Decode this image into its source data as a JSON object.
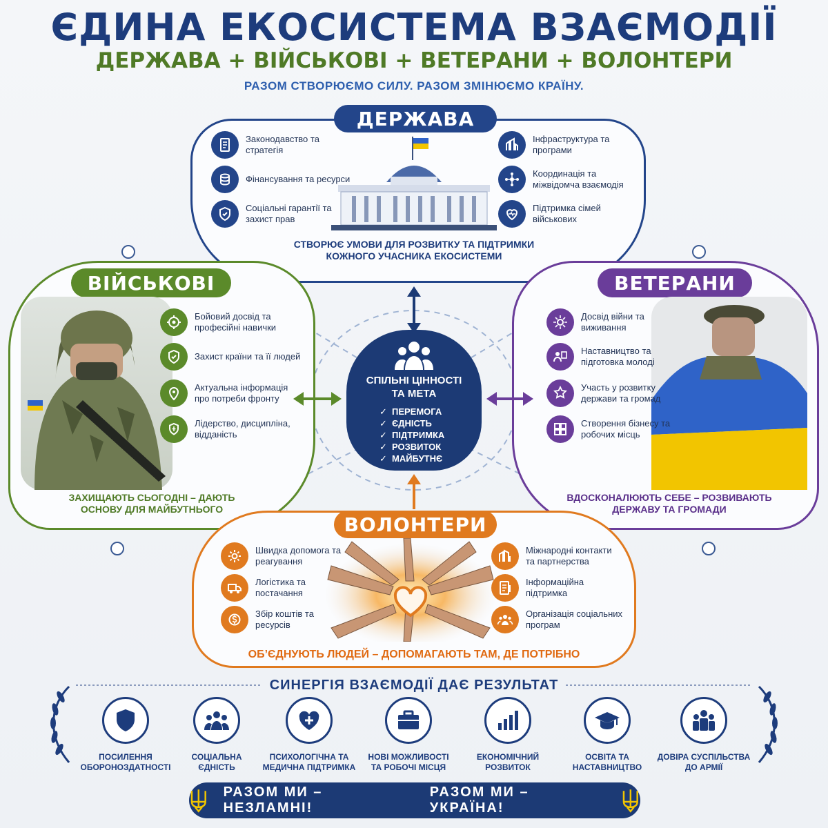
{
  "header": {
    "title": "ЄДИНА ЕКОСИСТЕМА ВЗАЄМОДІЇ",
    "subtitle": "ДЕРЖАВА + ВІЙСЬКОВІ + ВЕТЕРАНИ + ВОЛОНТЕРИ",
    "tagline": "РАЗОМ СТВОРЮЄМО СИЛУ. РАЗОМ ЗМІНЮЄМО КРАЇНУ."
  },
  "colors": {
    "state": "#23458a",
    "military": "#5b8a2a",
    "veterans": "#6a3d9a",
    "volunteers": "#e07a1f"
  },
  "state": {
    "label": "ДЕРЖАВА",
    "items_left": [
      {
        "text": "Законодавство та стратегія",
        "icon": "document-icon"
      },
      {
        "text": "Фінансування та ресурси",
        "icon": "coins-icon"
      },
      {
        "text": "Соціальні гарантії та захист прав",
        "icon": "shield-icon"
      }
    ],
    "items_right": [
      {
        "text": "Інфраструктура та програми",
        "icon": "infrastructure-icon"
      },
      {
        "text": "Координація та міжвідомча взаємодія",
        "icon": "network-icon"
      },
      {
        "text": "Підтримка сімей військових",
        "icon": "heart-icon"
      }
    ],
    "statement": "СТВОРЮЄ УМОВИ ДЛЯ РОЗВИТКУ ТА ПІДТРИМКИ КОЖНОГО УЧАСНИКА ЕКОСИСТЕМИ"
  },
  "military": {
    "label": "ВІЙСЬКОВІ",
    "items": [
      {
        "text": "Бойовий досвід та професійні навички",
        "icon": "target-icon"
      },
      {
        "text": "Захист країни та її людей",
        "icon": "shield-check-icon"
      },
      {
        "text": "Актуальна інформація про потреби фронту",
        "icon": "map-pin-icon"
      },
      {
        "text": "Лідерство, дисципліна, відданість",
        "icon": "laurel-shield-icon"
      }
    ],
    "statement": "ЗАХИЩАЮТЬ СЬОГОДНІ – ДАЮТЬ ОСНОВУ ДЛЯ МАЙБУТНЬОГО"
  },
  "veterans": {
    "label": "ВЕТЕРАНИ",
    "items": [
      {
        "text": "Досвід війни та виживання",
        "icon": "medal-icon"
      },
      {
        "text": "Наставництво та підготовка молоді",
        "icon": "mentor-icon"
      },
      {
        "text": "Участь у розвитку держави та громад",
        "icon": "star-people-icon"
      },
      {
        "text": "Створення бізнесу та робочих місць",
        "icon": "grid-icon"
      }
    ],
    "statement": "ВДОСКОНАЛЮЮТЬ СЕБЕ – РОЗВИВАЮТЬ ДЕРЖАВУ ТА ГРОМАДИ"
  },
  "volunteers": {
    "label": "ВОЛОНТЕРИ",
    "items_left": [
      {
        "text": "Швидка допомога та реагування",
        "icon": "gear-icon"
      },
      {
        "text": "Логістика та постачання",
        "icon": "truck-icon"
      },
      {
        "text": "Збір коштів та ресурсів",
        "icon": "money-icon"
      }
    ],
    "items_right": [
      {
        "text": "Міжнародні контакти та партнерства",
        "icon": "buildings-icon"
      },
      {
        "text": "Інформаційна підтримка",
        "icon": "info-doc-icon"
      },
      {
        "text": "Організація соціальних програм",
        "icon": "people-icon"
      }
    ],
    "statement": "ОБ’ЄДНУЮТЬ ЛЮДЕЙ – ДОПОМАГАЮТЬ ТАМ, ДЕ ПОТРІБНО"
  },
  "center": {
    "title_line1": "СПІЛЬНІ ЦІННОСТІ",
    "title_line2": "ТА МЕТА",
    "values": [
      "ПЕРЕМОГА",
      "ЄДНІСТЬ",
      "ПІДТРИМКА",
      "РОЗВИТОК",
      "МАЙБУТНЄ"
    ],
    "check_glyph": "✓"
  },
  "synergy": {
    "title": "СИНЕРГІЯ ВЗАЄМОДІЇ ДАЄ РЕЗУЛЬТАТ",
    "results": [
      {
        "line1": "ПОСИЛЕННЯ",
        "line2": "ОБОРОНОЗДАТНОСТІ",
        "icon": "shield-icon"
      },
      {
        "line1": "СОЦІАЛЬНА",
        "line2": "ЄДНІСТЬ",
        "icon": "group-icon"
      },
      {
        "line1": "ПСИХОЛОГІЧНА ТА",
        "line2": "МЕДИЧНА ПІДТРИМКА",
        "icon": "heart-plus-icon"
      },
      {
        "line1": "НОВІ МОЖЛИВОСТІ",
        "line2": "ТА РОБОЧІ МІСЦЯ",
        "icon": "briefcase-icon"
      },
      {
        "line1": "ЕКОНОМІЧНИЙ",
        "line2": "РОЗВИТОК",
        "icon": "bar-chart-icon"
      },
      {
        "line1": "ОСВІТА ТА",
        "line2": "НАСТАВНИЦТВО",
        "icon": "graduation-cap-icon"
      },
      {
        "line1": "ДОВІРА СУСПІЛЬСТВА",
        "line2": "ДО АРМІЇ",
        "icon": "military-people-icon"
      }
    ]
  },
  "banner": {
    "part1": "РАЗОМ МИ – НЕЗЛАМНІ!",
    "part2": "РАЗОМ МИ – УКРАЇНА!"
  }
}
